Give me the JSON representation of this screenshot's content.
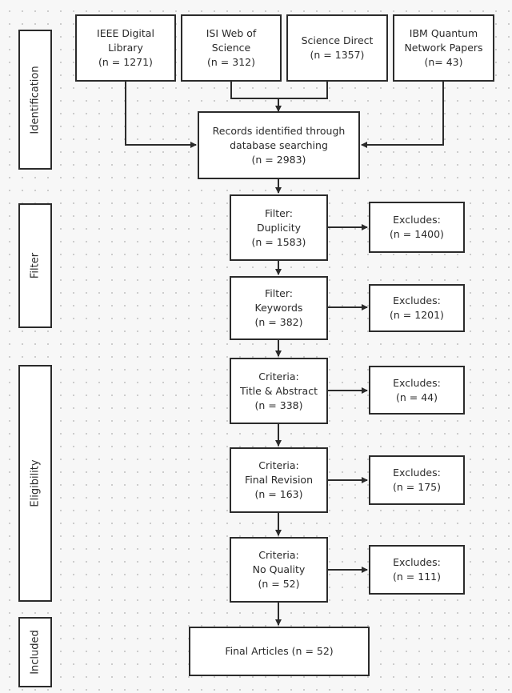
{
  "stages": {
    "identification": "Identification",
    "filter": "Filter",
    "eligibility": "Eligibility",
    "included": "Included"
  },
  "sources": [
    {
      "line1": "IEEE Digital",
      "line2": "Library",
      "count": "(n = 1271)"
    },
    {
      "line1": "ISI Web of",
      "line2": "Science",
      "count": "(n = 312)"
    },
    {
      "line1": "Science Direct",
      "count": "(n = 1357)"
    },
    {
      "line1": "IBM Quantum",
      "line2": "Network Papers",
      "count": "(n= 43)"
    }
  ],
  "records": {
    "line1": "Records identified through",
    "line2": "database searching",
    "count": "(n = 2983)"
  },
  "steps": [
    {
      "label": "Filter:",
      "criterion": "Duplicity",
      "count": "(n = 1583)",
      "excludes": "Excludes:",
      "excluded": "(n = 1400)"
    },
    {
      "label": "Filter:",
      "criterion": "Keywords",
      "count": "(n = 382)",
      "excludes": "Excludes:",
      "excluded": "(n = 1201)"
    },
    {
      "label": "Criteria:",
      "criterion": "Title & Abstract",
      "count": "(n = 338)",
      "excludes": "Excludes:",
      "excluded": "(n = 44)"
    },
    {
      "label": "Criteria:",
      "criterion": "Final Revision",
      "count": "(n = 163)",
      "excludes": "Excludes:",
      "excluded": "(n = 175)"
    },
    {
      "label": "Criteria:",
      "criterion": "No Quality",
      "count": "(n = 52)",
      "excludes": "Excludes:",
      "excluded": "(n = 111)"
    }
  ],
  "final": "Final Articles (n = 52)"
}
